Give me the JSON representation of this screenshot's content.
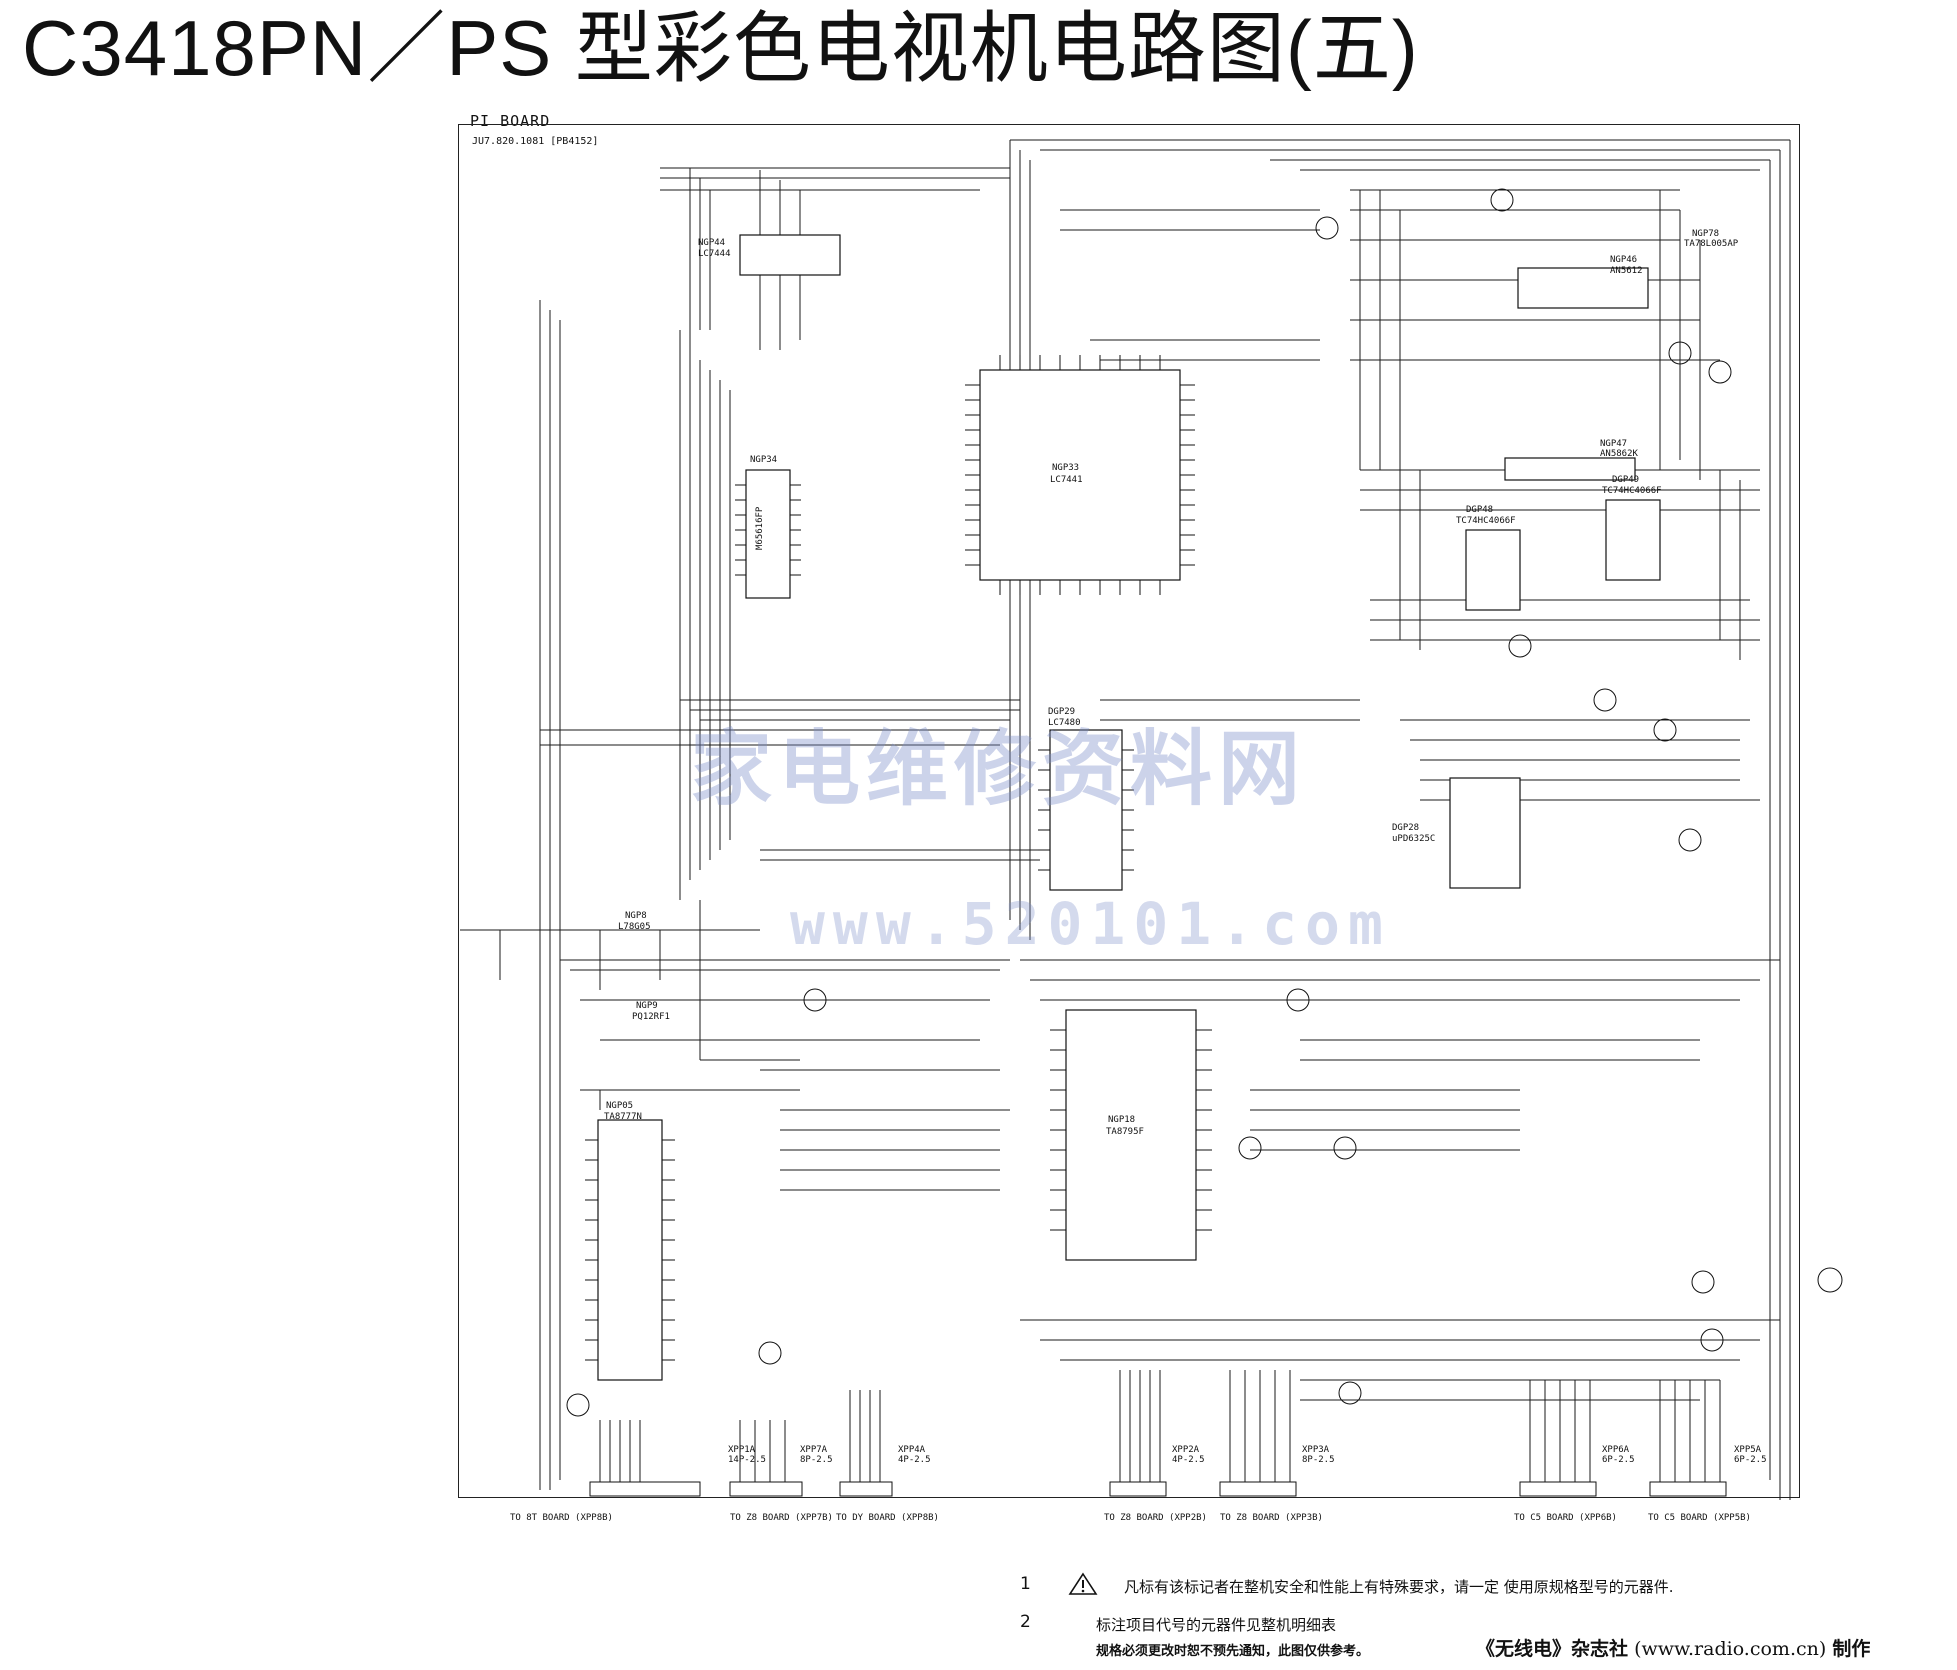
{
  "title": "C3418PN／PS  型彩色电视机电路图(五)",
  "board_label": "PI BOARD",
  "board_part": "JU7.820.1081 [PB4152]",
  "chips": [
    {
      "ref": "NGP33",
      "name": "LC7441"
    },
    {
      "ref": "NGP44",
      "name": "LC7444"
    },
    {
      "ref": "NGP34",
      "name": "M65616FP"
    },
    {
      "ref": "NGP18",
      "name": "TA8795F"
    },
    {
      "ref": "NGP05",
      "name": "TA8777N"
    },
    {
      "ref": "NGP46",
      "name": "AN5612"
    },
    {
      "ref": "NGP47",
      "name": "AN5862K"
    },
    {
      "ref": "NGP78",
      "name": "TA78L005AP"
    },
    {
      "ref": "DGP28",
      "name": "uPD6325C"
    },
    {
      "ref": "DGP29",
      "name": "LC7480"
    },
    {
      "ref": "NGP8",
      "name": "L78G05"
    },
    {
      "ref": "NGP9",
      "name": "PQ12RF1"
    },
    {
      "ref": "DGP48",
      "name": "TC74HC4066F"
    },
    {
      "ref": "DGP49",
      "name": "TC74HC4066F"
    }
  ],
  "connectors": [
    {
      "ref": "XPP1A",
      "pins": "14P-2.5",
      "to": "TO 8T BOARD (XPP8B)"
    },
    {
      "ref": "XPP7A",
      "pins": "8P-2.5",
      "to": "TO Z8 BOARD (XPP7B)"
    },
    {
      "ref": "XPP4A",
      "pins": "4P-2.5",
      "to": "TO DY BOARD (XPP8B)"
    },
    {
      "ref": "XPP2A",
      "pins": "4P-2.5",
      "to": "TO Z8 BOARD (XPP2B)"
    },
    {
      "ref": "XPP3A",
      "pins": "8P-2.5",
      "to": "TO Z8 BOARD (XPP3B)"
    },
    {
      "ref": "XPP6A",
      "pins": "6P-2.5",
      "to": "TO C5 BOARD (XPP6B)"
    },
    {
      "ref": "XPP5A",
      "pins": "6P-2.5",
      "to": "TO C5 BOARD (XPP5B)"
    }
  ],
  "watermark": {
    "text": "家电维修资料网",
    "url": "www.520101.com"
  },
  "notes": [
    {
      "num": "1",
      "text": "凡标有该标记者在整机安全和性能上有特殊要求，请一定 使用原规格型号的元器件."
    },
    {
      "num": "2",
      "text": "标注项目代号的元器件见整机明细表"
    }
  ],
  "small_note": "规格必须更改时恕不预先通知，此图仅供参考。",
  "publisher": {
    "name": "《无线电》杂志社",
    "site": "(www.radio.com.cn)",
    "suffix": "制作"
  }
}
